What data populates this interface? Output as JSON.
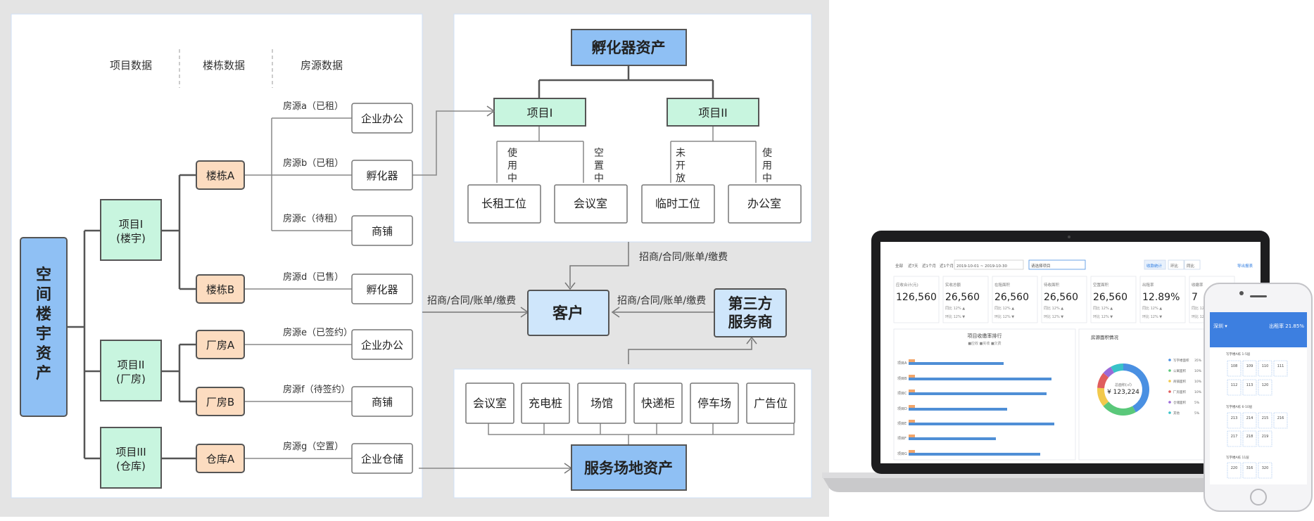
{
  "headers": [
    "项目数据",
    "楼栋数据",
    "房源数据"
  ],
  "root": "空间楼宇资产",
  "projects": [
    "项目I\n(楼宇)",
    "项目II\n(厂房)",
    "项目III\n(仓库)"
  ],
  "buildings": [
    "楼栋A",
    "楼栋B",
    "厂房A",
    "厂房B",
    "仓库A"
  ],
  "rooms": [
    {
      "label": "房源a（已租）",
      "use": "企业办公"
    },
    {
      "label": "房源b（已租）",
      "use": "孵化器"
    },
    {
      "label": "房源c（待租）",
      "use": "商铺"
    },
    {
      "label": "房源d（已售）",
      "use": "孵化器"
    },
    {
      "label": "房源e（已签约）",
      "use": "企业办公"
    },
    {
      "label": "房源f（待签约）",
      "use": "商铺"
    },
    {
      "label": "房源g（空置）",
      "use": "企业仓储"
    }
  ],
  "incubator": {
    "title": "孵化器资产",
    "projects": [
      "项目I",
      "项目II"
    ],
    "statuses": [
      "使用中",
      "空置中",
      "未开放",
      "使用中"
    ],
    "units": [
      "长租工位",
      "会议室",
      "临时工位",
      "办公室"
    ]
  },
  "customer": "客户",
  "third_party": "第三方\n服务商",
  "flow_label": "招商/合同/账单/缴费",
  "service": {
    "items": [
      "会议室",
      "充电桩",
      "场馆",
      "快递柜",
      "停车场",
      "广告位"
    ],
    "title": "服务场地资产"
  },
  "dashboard": {
    "toolbar": [
      "全部",
      "近7天",
      "近1个月",
      "近1个月",
      "2019-10-01 ~ 2019-10-30",
      "请选择项目",
      "收款统计",
      "环比",
      "同比",
      "导出报表"
    ],
    "kpis": [
      {
        "title": "应收合计(元)",
        "value": "126,560"
      },
      {
        "title": "实收总额",
        "value": "26,560"
      },
      {
        "title": "在租面积",
        "value": "26,560"
      },
      {
        "title": "待收面积",
        "value": "26,560"
      },
      {
        "title": "空置面积",
        "value": "26,560"
      },
      {
        "title": "出租率",
        "value": "12.89%"
      },
      {
        "title": "收缴率",
        "value": "7"
      }
    ],
    "kpi_sub": [
      "同比 12% ▲",
      "环比 12% ▼"
    ],
    "bar_title": "项目收缴率排行",
    "bar_legend": "■应收 ■实收 ■欠费",
    "bar_rows": [
      "项目A",
      "项目B",
      "项目C",
      "项目D",
      "项目E",
      "项目F",
      "项目G"
    ],
    "bar_values": [
      0.6,
      0.9,
      0.87,
      0.62,
      0.92,
      0.55,
      0.83
    ],
    "donut_title": "房源面积情况",
    "donut_label": "总面积(㎡)",
    "donut_value": "¥ 123,224",
    "donut_colors": [
      "#4a90e2",
      "#5ac87a",
      "#f2c94c",
      "#e05d5d",
      "#9b6ad8",
      "#38c2c8"
    ],
    "donut_values": [
      0.42,
      0.22,
      0.12,
      0.1,
      0.06,
      0.08
    ],
    "donut_legend": [
      {
        "name": "写字楼面积",
        "pct": "35%"
      },
      {
        "name": "公寓面积",
        "pct": "10%"
      },
      {
        "name": "商铺面积",
        "pct": "10%"
      },
      {
        "name": "厂房面积",
        "pct": "10%"
      },
      {
        "name": "仓储面积",
        "pct": "5%"
      },
      {
        "name": "其他",
        "pct": "5%"
      }
    ]
  },
  "phone": {
    "header_left": "深圳 ▾",
    "header_right": "出租率 21.85%",
    "sections": [
      "写字楼A栋 1-5层",
      "写字楼A栋 6-10层",
      "写字楼A栋 11层"
    ],
    "rooms": [
      "108",
      "109",
      "110",
      "111",
      "112",
      "113",
      "120",
      "213",
      "214",
      "215",
      "216",
      "217",
      "218",
      "219",
      "220",
      "316",
      "320"
    ]
  }
}
